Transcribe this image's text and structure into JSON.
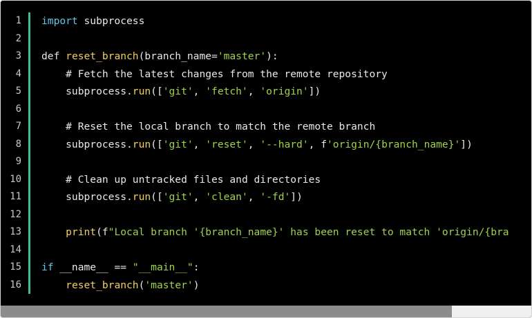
{
  "editor": {
    "line_numbers": [
      "1",
      "2",
      "3",
      "4",
      "5",
      "6",
      "7",
      "8",
      "9",
      "10",
      "11",
      "12",
      "13",
      "14",
      "15",
      "16"
    ],
    "lines": [
      [
        {
          "t": "import",
          "c": "kw-blue"
        },
        {
          "t": " subprocess",
          "c": "pl"
        }
      ],
      [],
      [
        {
          "t": "def ",
          "c": "kw"
        },
        {
          "t": "reset_branch",
          "c": "fn"
        },
        {
          "t": "(branch_name=",
          "c": "pl"
        },
        {
          "t": "'master'",
          "c": "str"
        },
        {
          "t": "):",
          "c": "pl"
        }
      ],
      [
        {
          "t": "    # Fetch the latest changes from the remote repository",
          "c": "cmt"
        }
      ],
      [
        {
          "t": "    subprocess.",
          "c": "pl"
        },
        {
          "t": "run",
          "c": "fn"
        },
        {
          "t": "([",
          "c": "pl"
        },
        {
          "t": "'git'",
          "c": "str"
        },
        {
          "t": ", ",
          "c": "pl"
        },
        {
          "t": "'fetch'",
          "c": "str"
        },
        {
          "t": ", ",
          "c": "pl"
        },
        {
          "t": "'origin'",
          "c": "str"
        },
        {
          "t": "])",
          "c": "pl"
        }
      ],
      [],
      [
        {
          "t": "    # Reset the local branch to match the remote branch",
          "c": "cmt"
        }
      ],
      [
        {
          "t": "    subprocess.",
          "c": "pl"
        },
        {
          "t": "run",
          "c": "fn"
        },
        {
          "t": "([",
          "c": "pl"
        },
        {
          "t": "'git'",
          "c": "str"
        },
        {
          "t": ", ",
          "c": "pl"
        },
        {
          "t": "'reset'",
          "c": "str"
        },
        {
          "t": ", ",
          "c": "pl"
        },
        {
          "t": "'--hard'",
          "c": "str"
        },
        {
          "t": ", f",
          "c": "pl"
        },
        {
          "t": "'origin/{branch_name}'",
          "c": "str"
        },
        {
          "t": "])",
          "c": "pl"
        }
      ],
      [],
      [
        {
          "t": "    # Clean up untracked files and directories",
          "c": "cmt"
        }
      ],
      [
        {
          "t": "    subprocess.",
          "c": "pl"
        },
        {
          "t": "run",
          "c": "fn"
        },
        {
          "t": "([",
          "c": "pl"
        },
        {
          "t": "'git'",
          "c": "str"
        },
        {
          "t": ", ",
          "c": "pl"
        },
        {
          "t": "'clean'",
          "c": "str"
        },
        {
          "t": ", ",
          "c": "pl"
        },
        {
          "t": "'-fd'",
          "c": "str"
        },
        {
          "t": "])",
          "c": "pl"
        }
      ],
      [],
      [
        {
          "t": "    ",
          "c": "pl"
        },
        {
          "t": "print",
          "c": "fn"
        },
        {
          "t": "(f",
          "c": "pl"
        },
        {
          "t": "\"Local branch '{branch_name}' has been reset to match 'origin/{bra",
          "c": "str"
        }
      ],
      [],
      [
        {
          "t": "if",
          "c": "kw-blue"
        },
        {
          "t": " __name__ == ",
          "c": "pl"
        },
        {
          "t": "\"__main__\"",
          "c": "str"
        },
        {
          "t": ":",
          "c": "pl"
        }
      ],
      [
        {
          "t": "    ",
          "c": "pl"
        },
        {
          "t": "reset_branch",
          "c": "fn"
        },
        {
          "t": "(",
          "c": "pl"
        },
        {
          "t": "'master'",
          "c": "str"
        },
        {
          "t": ")",
          "c": "pl"
        }
      ]
    ]
  },
  "scrollbar": {
    "thumb_fraction": 0.85
  }
}
